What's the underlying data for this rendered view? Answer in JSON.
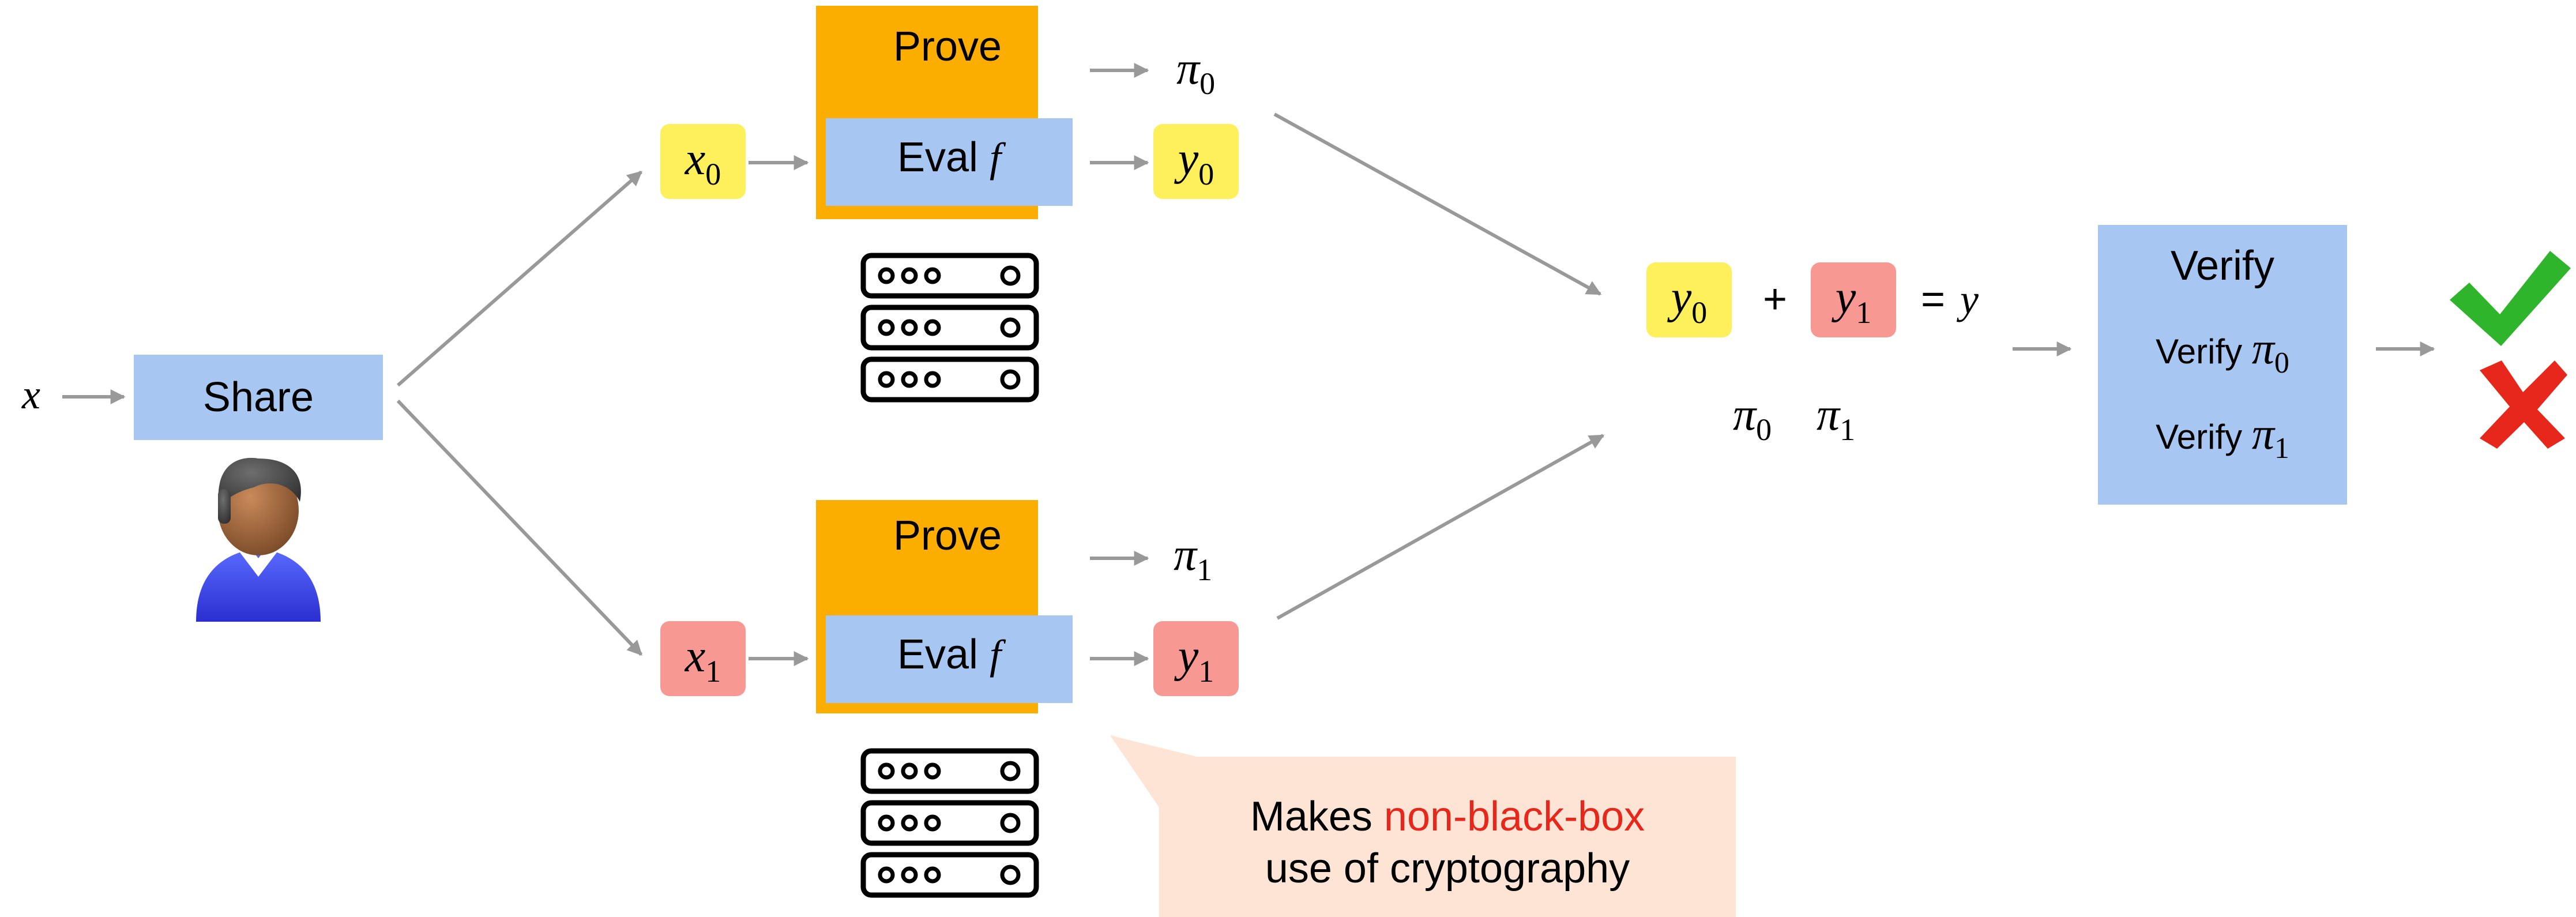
{
  "colors": {
    "share_box": "#a7c7f2",
    "prove_box": "#fbad00",
    "eval_box": "#a7c7f2",
    "share0_tag": "#fdf05a",
    "share1_tag": "#f79893",
    "verify_box": "#a7c7f2",
    "arrow": "#999999",
    "callout_fill": "#fde4d4",
    "callout_highlight": "#e8271c",
    "check": "#2fb52b",
    "cross": "#e8271c"
  },
  "input": {
    "var": "x"
  },
  "share": {
    "label": "Share"
  },
  "client_icon": "user-avatar-icon",
  "server_icon": "server-rack-icon",
  "top_branch": {
    "input_var": "x",
    "input_sub": "0",
    "prove_label": "Prove",
    "eval_label": "Eval",
    "eval_func": "f",
    "proof_var": "π",
    "proof_sub": "0",
    "output_var": "y",
    "output_sub": "0"
  },
  "bottom_branch": {
    "input_var": "x",
    "input_sub": "1",
    "prove_label": "Prove",
    "eval_label": "Eval",
    "eval_func": "f",
    "proof_var": "π",
    "proof_sub": "1",
    "output_var": "y",
    "output_sub": "1"
  },
  "combine": {
    "y0_var": "y",
    "y0_sub": "0",
    "plus": "+",
    "y1_var": "y",
    "y1_sub": "1",
    "equals": "=",
    "result": "y",
    "pi0_var": "π",
    "pi0_sub": "0",
    "pi1_var": "π",
    "pi1_sub": "1"
  },
  "verify": {
    "title": "Verify",
    "line1_label": "Verify",
    "line1_var": "π",
    "line1_sub": "0",
    "line2_label": "Verify",
    "line2_var": "π",
    "line2_sub": "1"
  },
  "outcomes": {
    "accept_icon": "checkmark-icon",
    "reject_icon": "cross-icon"
  },
  "callout": {
    "line1_prefix": "Makes ",
    "line1_highlight": "non-black-box",
    "line2": "use of cryptography"
  }
}
